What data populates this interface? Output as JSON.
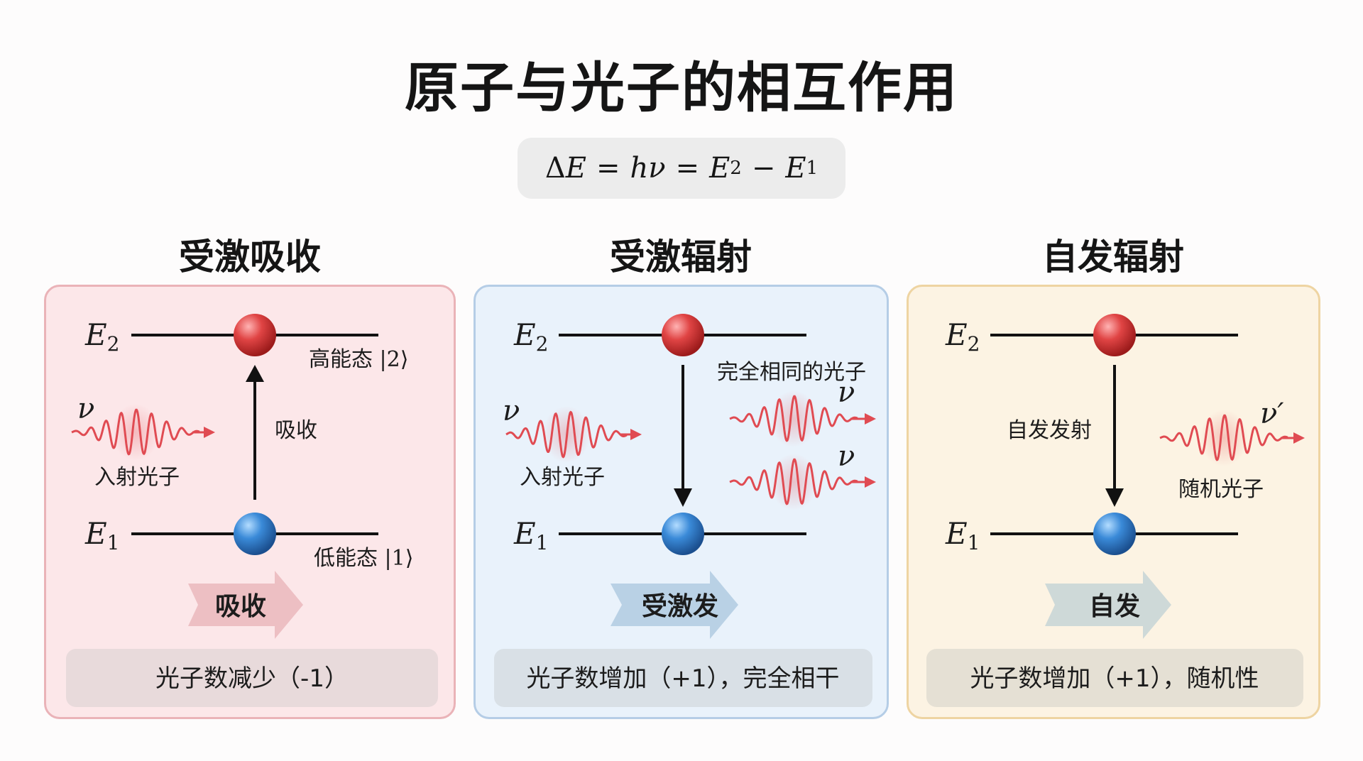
{
  "title": "原子与光子的相互作用",
  "formula": {
    "delta": "Δ",
    "E": "E",
    "eq": "=",
    "h": "h",
    "nu": "ν",
    "E2": "E",
    "E2_sub": "2",
    "minus": "−",
    "E1": "E",
    "E1_sub": "1"
  },
  "colors": {
    "excited_atom": "#d93a3a",
    "ground_atom": "#2f7fd0",
    "photon_wave": "#e04b52",
    "absorption_bg": "#fce7e9",
    "stimulated_bg": "#e9f2fb",
    "spontaneous_bg": "#fcf3e3"
  },
  "panels": [
    {
      "heading": "受激吸收",
      "level_upper": "E",
      "level_upper_sub": "2",
      "level_lower": "E",
      "level_lower_sub": "1",
      "upper_state": "高能态 |2⟩",
      "lower_state": "低能态 |1⟩",
      "photon_symbol": "ν",
      "photon_label": "入射光子",
      "transition_label": "吸收",
      "process_arrow": "吸收",
      "summary": "光子数减少（-1）"
    },
    {
      "heading": "受激辐射",
      "level_upper": "E",
      "level_upper_sub": "2",
      "level_lower": "E",
      "level_lower_sub": "1",
      "photon_symbol": "ν",
      "photon_label": "入射光子",
      "out_label": "完全相同的光子",
      "out_symbol_1": "ν",
      "out_symbol_2": "ν",
      "process_arrow": "受激发",
      "summary": "光子数增加（+1），完全相干"
    },
    {
      "heading": "自发辐射",
      "level_upper": "E",
      "level_upper_sub": "2",
      "level_lower": "E",
      "level_lower_sub": "1",
      "transition_label": "自发发射",
      "out_symbol": "ν′",
      "out_label": "随机光子",
      "process_arrow": "自发",
      "summary": "光子数增加（+1），随机性"
    }
  ]
}
